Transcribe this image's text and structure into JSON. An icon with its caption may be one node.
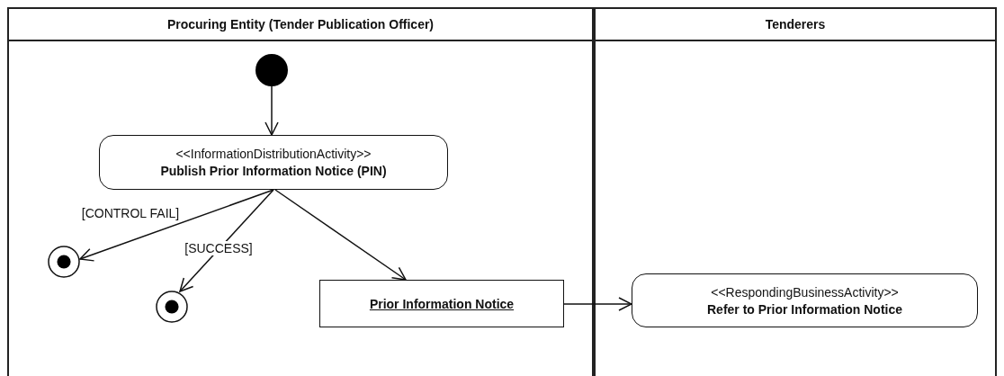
{
  "diagram": {
    "nodes": [
      {
        "text": [
          "Procuring Entity (Tender Publication Officer)"
        ]
      },
      {
        "text": [],
        "shape": "circle",
        "in": 0
      },
      {
        "text": [
          "<<InformationDistributionActivity>>",
          "Publish Prior Information Notice (PIN)"
        ],
        "in": 0
      },
      {
        "text": [],
        "shape": "circle",
        "in": 0
      },
      {
        "text": [],
        "shape": "circle",
        "in": 0
      },
      {
        "text": [
          "Prior Information Notice"
        ],
        "in": 0
      },
      {
        "text": [
          "Tenderers"
        ]
      },
      {
        "text": [
          "<<RespondingBusinessActivity>>",
          "Refer to Prior Information Notice"
        ],
        "in": 6
      }
    ],
    "edges": [
      {
        "from": 1,
        "to": 2,
        "arrow": "to"
      },
      {
        "from": 2,
        "to": 3,
        "arrow": "to",
        "label": "[CONTROL FAIL]"
      },
      {
        "from": 2,
        "to": 4,
        "arrow": "to",
        "label": "[SUCCESS]"
      },
      {
        "from": 2,
        "to": 5,
        "arrow": "to"
      },
      {
        "from": 5,
        "to": 7,
        "arrow": "to"
      }
    ]
  }
}
